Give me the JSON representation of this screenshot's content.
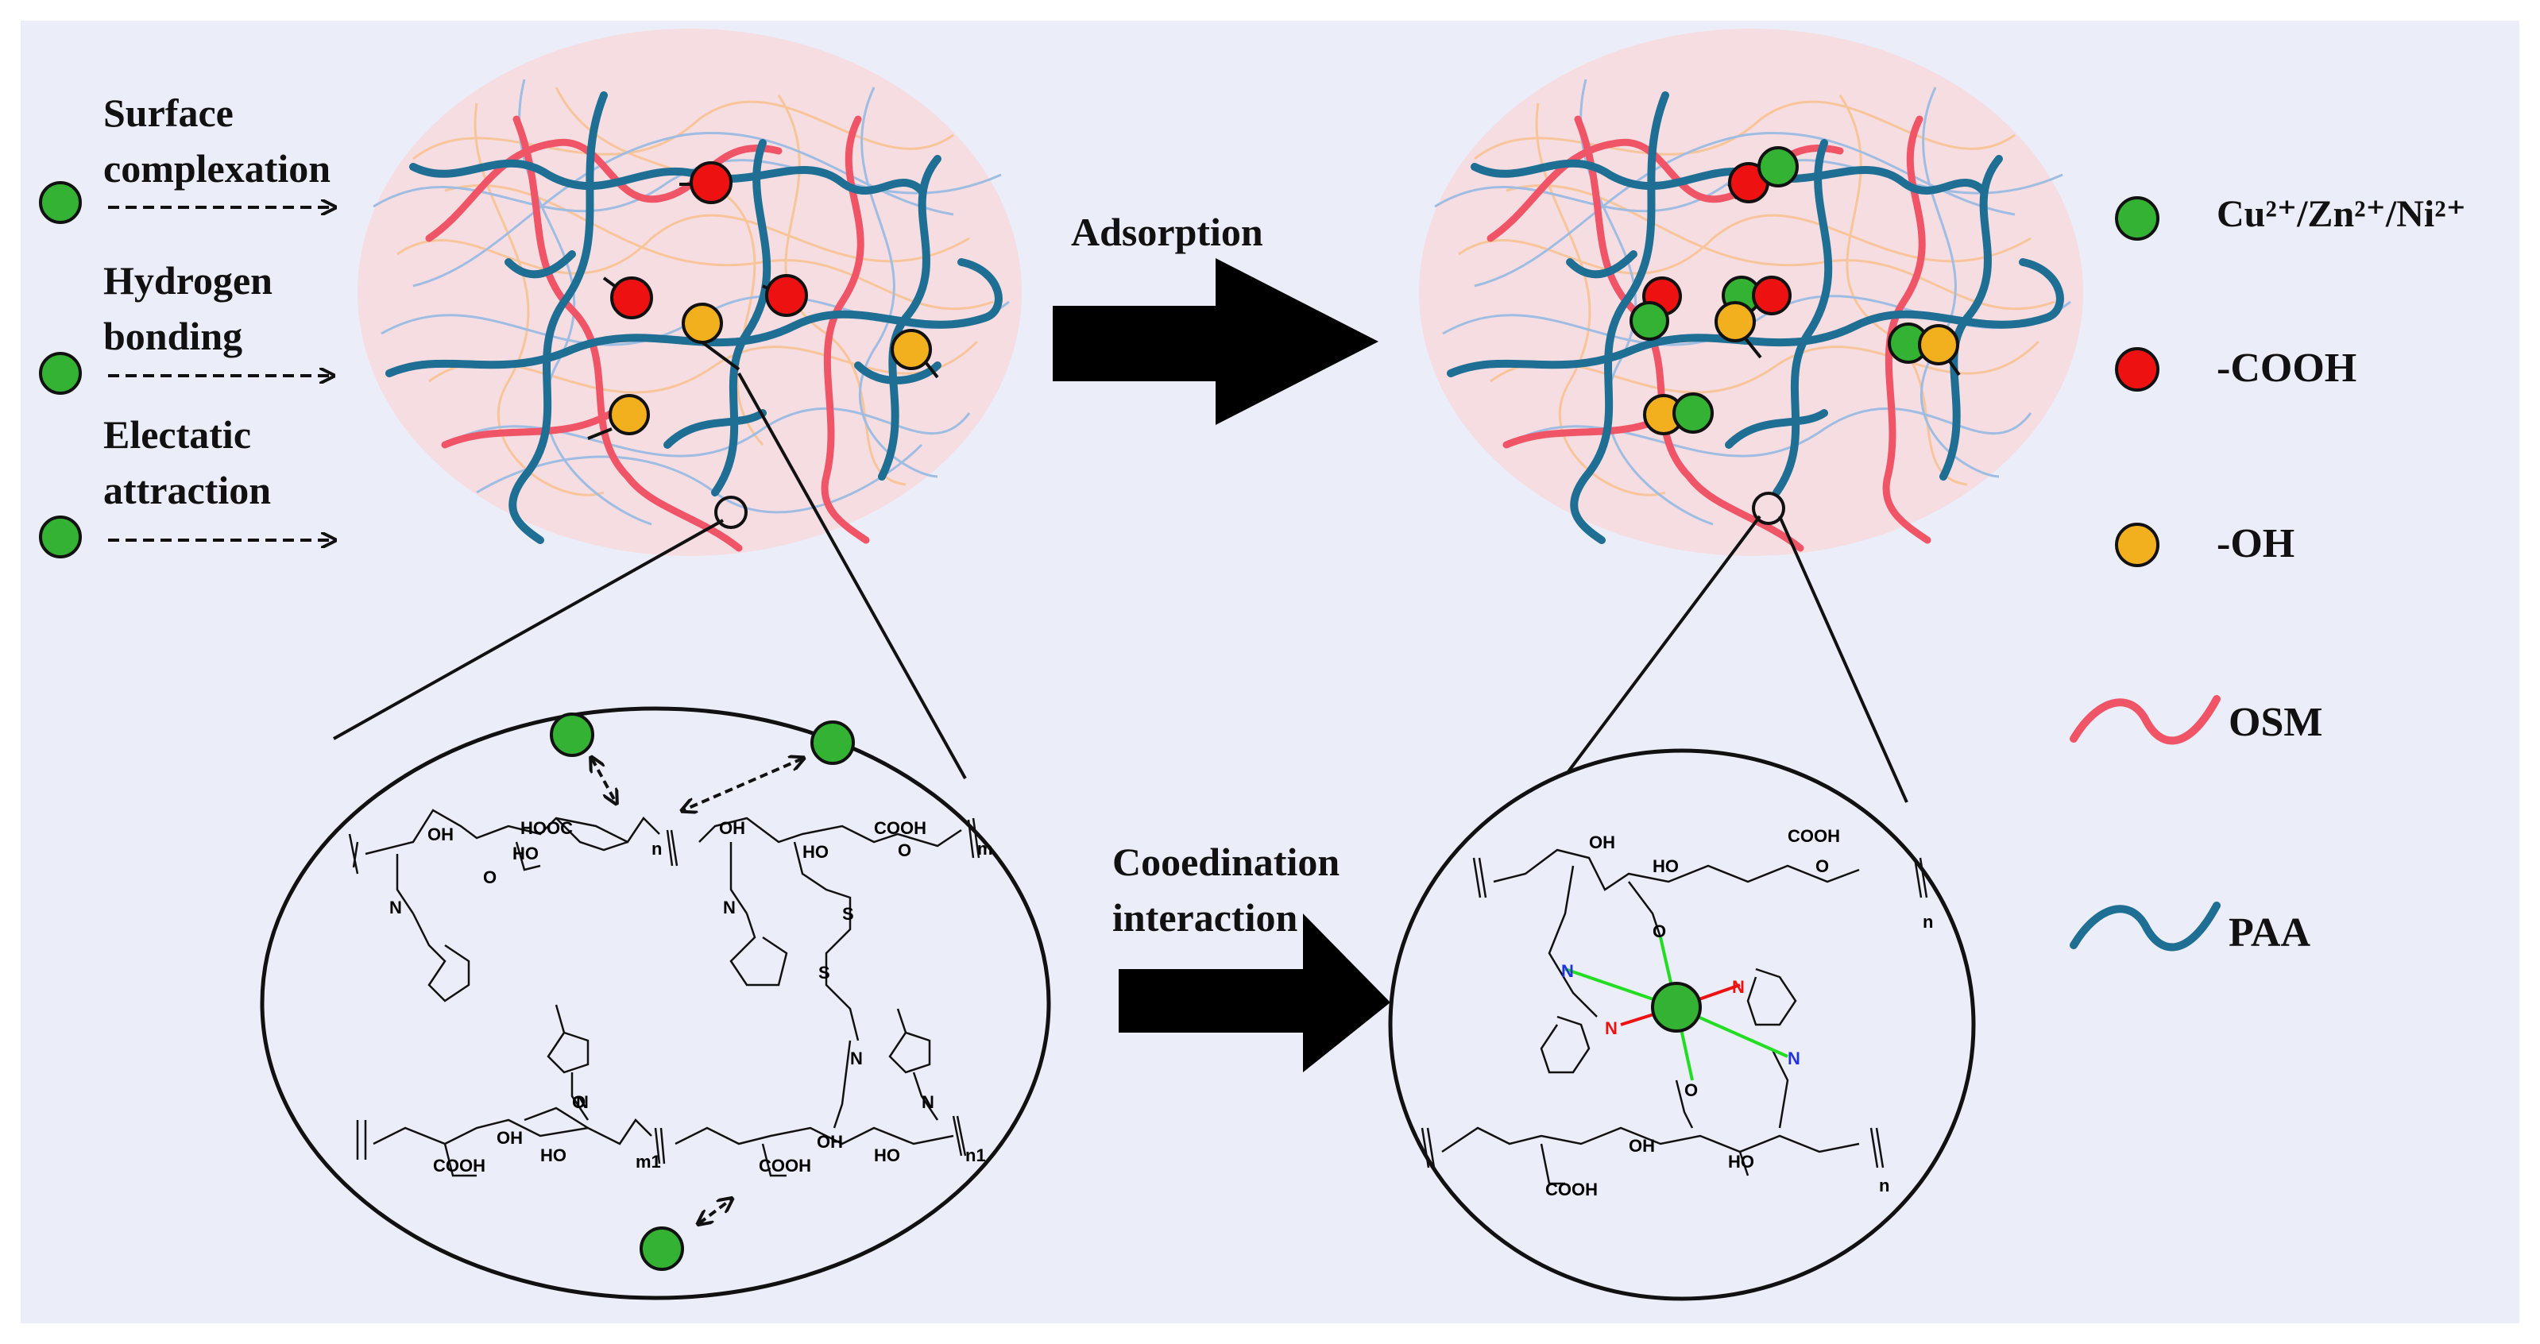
{
  "mechanisms": [
    {
      "line1": "Surface",
      "line2": "complexation"
    },
    {
      "line1": "Hydrogen",
      "line2": "bonding"
    },
    {
      "line1": "Electatic",
      "line2": "attraction"
    }
  ],
  "arrows": {
    "top": "Adsorption",
    "bottom_line1": "Cooedination",
    "bottom_line2": "interaction"
  },
  "legend": {
    "metal": {
      "text": "Cu²⁺/Zn²⁺/Ni²⁺",
      "color": "#33b233"
    },
    "cooh": {
      "text": "-COOH",
      "color": "#ee1111"
    },
    "oh": {
      "text": "-OH",
      "color": "#f2b01e"
    },
    "osm": {
      "text": "OSM",
      "color": "#f05567"
    },
    "paa": {
      "text": "PAA",
      "color": "#1f6e93"
    }
  },
  "chem": {
    "oh": "OH",
    "hooc": "HOOC",
    "cooh": "COOH",
    "o": "O",
    "ho": "HO",
    "n_atom": "N",
    "s_atom": "S",
    "sub_n": "n",
    "sub_m": "m",
    "sub_m1": "m1",
    "sub_n1": "n1"
  },
  "colors": {
    "background": "#ebeef8",
    "osm_fiber": "#f8c59a",
    "paa_fiber": "#9fbde2",
    "sphere": "#f5dde2",
    "nitrogen": "#2233dd",
    "bond_green": "#22dd22",
    "bond_red": "#ee1111"
  }
}
